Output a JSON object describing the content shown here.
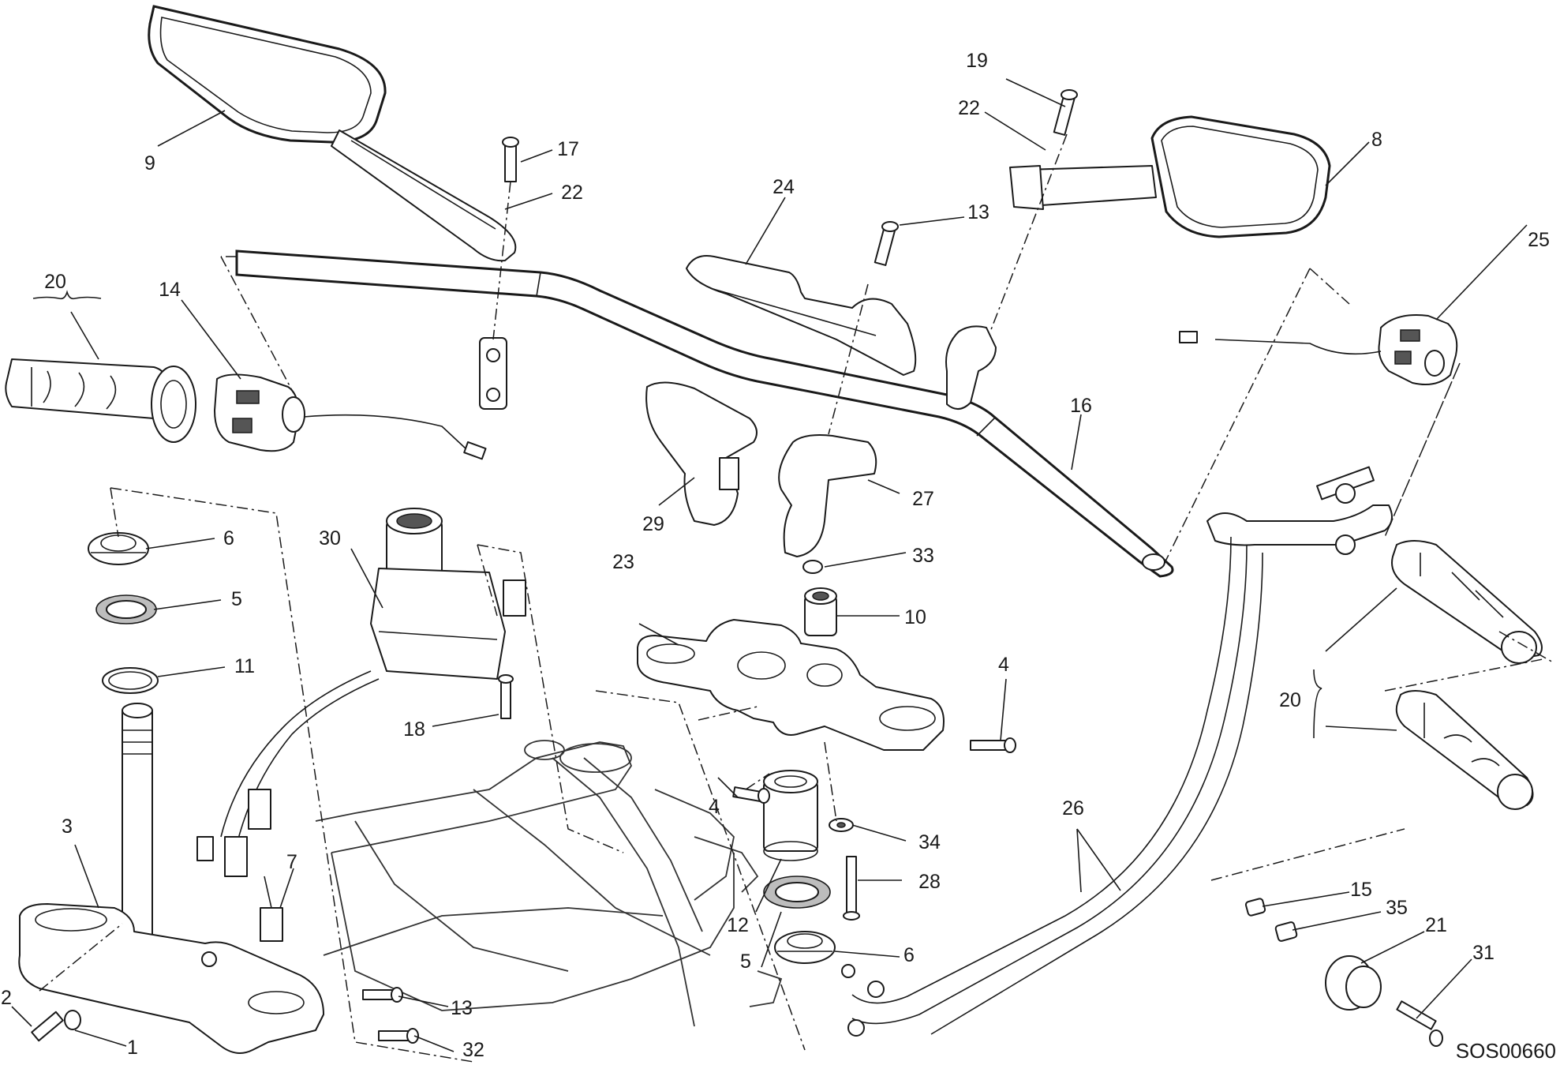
{
  "diagram": {
    "drawing_code": "SOS00660",
    "callouts": [
      {
        "id": "c20a",
        "label": "20"
      },
      {
        "id": "c9",
        "label": "9"
      },
      {
        "id": "c17",
        "label": "17"
      },
      {
        "id": "c22a",
        "label": "22"
      },
      {
        "id": "c14",
        "label": "14"
      },
      {
        "id": "c19",
        "label": "19"
      },
      {
        "id": "c22b",
        "label": "22"
      },
      {
        "id": "c8",
        "label": "8"
      },
      {
        "id": "c24",
        "label": "24"
      },
      {
        "id": "c13a",
        "label": "13"
      },
      {
        "id": "c25",
        "label": "25"
      },
      {
        "id": "c16",
        "label": "16"
      },
      {
        "id": "c29",
        "label": "29"
      },
      {
        "id": "c27",
        "label": "27"
      },
      {
        "id": "c6a",
        "label": "6"
      },
      {
        "id": "c5a",
        "label": "5"
      },
      {
        "id": "c11",
        "label": "11"
      },
      {
        "id": "c30",
        "label": "30"
      },
      {
        "id": "c33",
        "label": "33"
      },
      {
        "id": "c23",
        "label": "23"
      },
      {
        "id": "c10",
        "label": "10"
      },
      {
        "id": "c18",
        "label": "18"
      },
      {
        "id": "c4a",
        "label": "4"
      },
      {
        "id": "c20b",
        "label": "20"
      },
      {
        "id": "c4b",
        "label": "4"
      },
      {
        "id": "c3",
        "label": "3"
      },
      {
        "id": "c26",
        "label": "26"
      },
      {
        "id": "c34",
        "label": "34"
      },
      {
        "id": "c7",
        "label": "7"
      },
      {
        "id": "c28",
        "label": "28"
      },
      {
        "id": "c12",
        "label": "12"
      },
      {
        "id": "c15",
        "label": "15"
      },
      {
        "id": "c35",
        "label": "35"
      },
      {
        "id": "c21",
        "label": "21"
      },
      {
        "id": "c5b",
        "label": "5"
      },
      {
        "id": "c6b",
        "label": "6"
      },
      {
        "id": "c31",
        "label": "31"
      },
      {
        "id": "c2",
        "label": "2"
      },
      {
        "id": "c13b",
        "label": "13"
      },
      {
        "id": "c1",
        "label": "1"
      },
      {
        "id": "c32",
        "label": "32"
      }
    ]
  }
}
